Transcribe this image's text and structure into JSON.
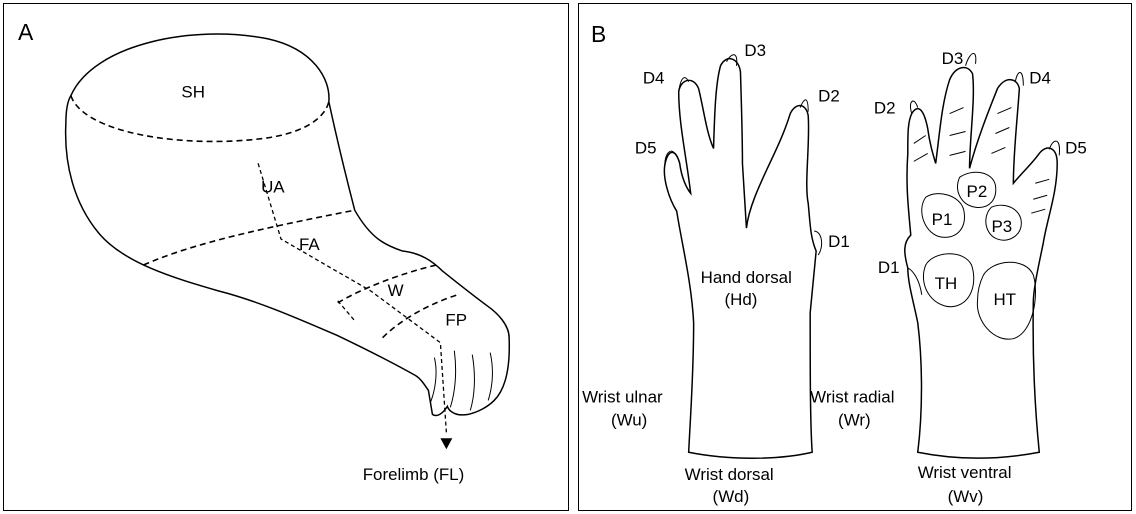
{
  "panel_a": {
    "panel_label": "A",
    "regions": {
      "sh": "SH",
      "ua": "UA",
      "fa": "FA",
      "w": "W",
      "fp": "FP"
    },
    "forelimb_label": "Forelimb (FL)"
  },
  "panel_b": {
    "panel_label": "B",
    "dorsal_hand": {
      "digits": {
        "d1": "D1",
        "d2": "D2",
        "d3": "D3",
        "d4": "D4",
        "d5": "D5"
      },
      "hand_dorsal_line1": "Hand dorsal",
      "hand_dorsal_line2": "(Hd)",
      "wrist_ulnar_line1": "Wrist ulnar",
      "wrist_ulnar_line2": "(Wu)",
      "wrist_dorsal_line1": "Wrist dorsal",
      "wrist_dorsal_line2": "(Wd)",
      "wrist_radial_line1": "Wrist radial",
      "wrist_radial_line2": "(Wr)"
    },
    "ventral_hand": {
      "digits": {
        "d1": "D1",
        "d2": "D2",
        "d3": "D3",
        "d4": "D4",
        "d5": "D5"
      },
      "pads": {
        "p1": "P1",
        "p2": "P2",
        "p3": "P3",
        "th": "TH",
        "ht": "HT"
      },
      "wrist_ventral_line1": "Wrist ventral",
      "wrist_ventral_line2": "(Wv)"
    }
  }
}
